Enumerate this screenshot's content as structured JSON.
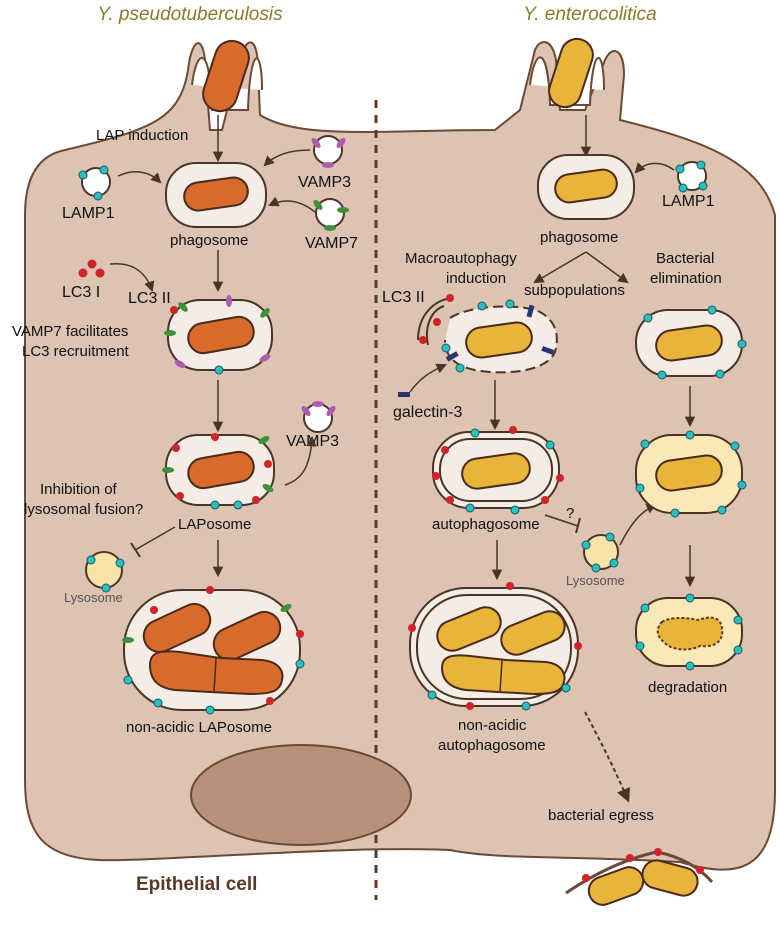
{
  "titles": {
    "left": "Y. pseudotuberculosis",
    "right": "Y. enterocolitica"
  },
  "cell_label": "Epithelial cell",
  "left": {
    "lap_induction": "LAP induction",
    "lamp1": "LAMP1",
    "vamp3_top": "VAMP3",
    "vamp7": "VAMP7",
    "phagosome": "phagosome",
    "lc3_i": "LC3 I",
    "lc3_ii": "LC3 II",
    "vamp7_facilitates_1": "VAMP7 facilitates",
    "vamp7_facilitates_2": "LC3 recruitment",
    "vamp3_right": "VAMP3",
    "inhibition_1": "Inhibition of",
    "inhibition_2": "lysosomal fusion?",
    "laposome": "LAPosome",
    "lysosome": "Lysosome",
    "non_acidic_laposome": "non-acidic LAPosome"
  },
  "right": {
    "lamp1": "LAMP1",
    "phagosome": "phagosome",
    "macro_1": "Macroautophagy",
    "macro_2": "induction",
    "subpopulations": "subpopulations",
    "bacterial_elim_1": "Bacterial",
    "bacterial_elim_2": "elimination",
    "lc3_ii": "LC3 II",
    "galectin3": "galectin-3",
    "question": "?",
    "autophagosome": "autophagosome",
    "lysosome": "Lysosome",
    "degradation": "degradation",
    "non_acidic_1": "non-acidic",
    "non_acidic_2": "autophagosome",
    "bacterial_egress": "bacterial egress"
  },
  "colors": {
    "cell_fill": "#dcc3b2",
    "cell_stroke": "#6b4a35",
    "nucleus": "#b8917a",
    "vesicle_fill": "#f5ece6",
    "orange_bact": "#d86a2c",
    "yellow_bact": "#e8b43a",
    "lamp_cyan": "#2bbfbf",
    "lc3_red": "#d0232a",
    "vamp3_pink": "#b05ab0",
    "vamp7_green": "#3f8f3a",
    "galectin_navy": "#2a3470",
    "title_gold": "#8a7a2a",
    "teal_text": "#2a7d7d",
    "red_text": "#b0232a",
    "purple_text": "#7a3a7a"
  },
  "icons": [
    "arrow-down-icon",
    "curved-arrow-icon",
    "inhibition-icon"
  ]
}
